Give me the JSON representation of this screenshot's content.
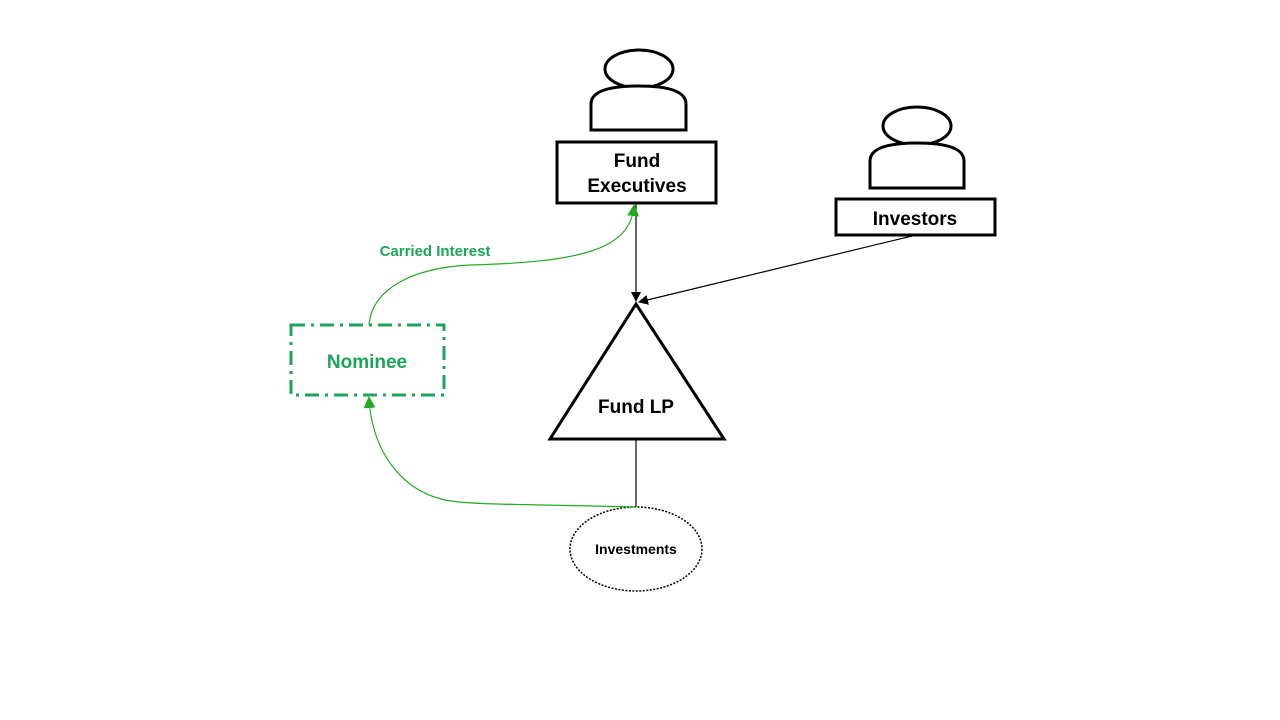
{
  "diagram": {
    "nodes": {
      "fund_executives": {
        "label_line1": "Fund",
        "label_line2": "Executives",
        "icon": "person-icon"
      },
      "investors": {
        "label": "Investors",
        "icon": "person-icon"
      },
      "fund_lp": {
        "label": "Fund LP",
        "shape": "triangle"
      },
      "nominee": {
        "label": "Nominee",
        "shape": "dash-dot-rectangle"
      },
      "investments": {
        "label": "Investments",
        "shape": "dotted-ellipse"
      }
    },
    "edges": [
      {
        "from": "fund_executives",
        "to": "fund_lp",
        "color": "#000000"
      },
      {
        "from": "investors",
        "to": "fund_lp",
        "color": "#000000"
      },
      {
        "from": "fund_lp",
        "to": "investments",
        "color": "#000000"
      },
      {
        "from": "investments",
        "to": "nominee",
        "color": "#22aa22"
      },
      {
        "from": "nominee",
        "to": "fund_executives",
        "color": "#22aa22",
        "label": "Carried Interest"
      }
    ],
    "colors": {
      "green_text": "#1ea35a",
      "green_line": "#22aa22",
      "black": "#000000"
    }
  }
}
